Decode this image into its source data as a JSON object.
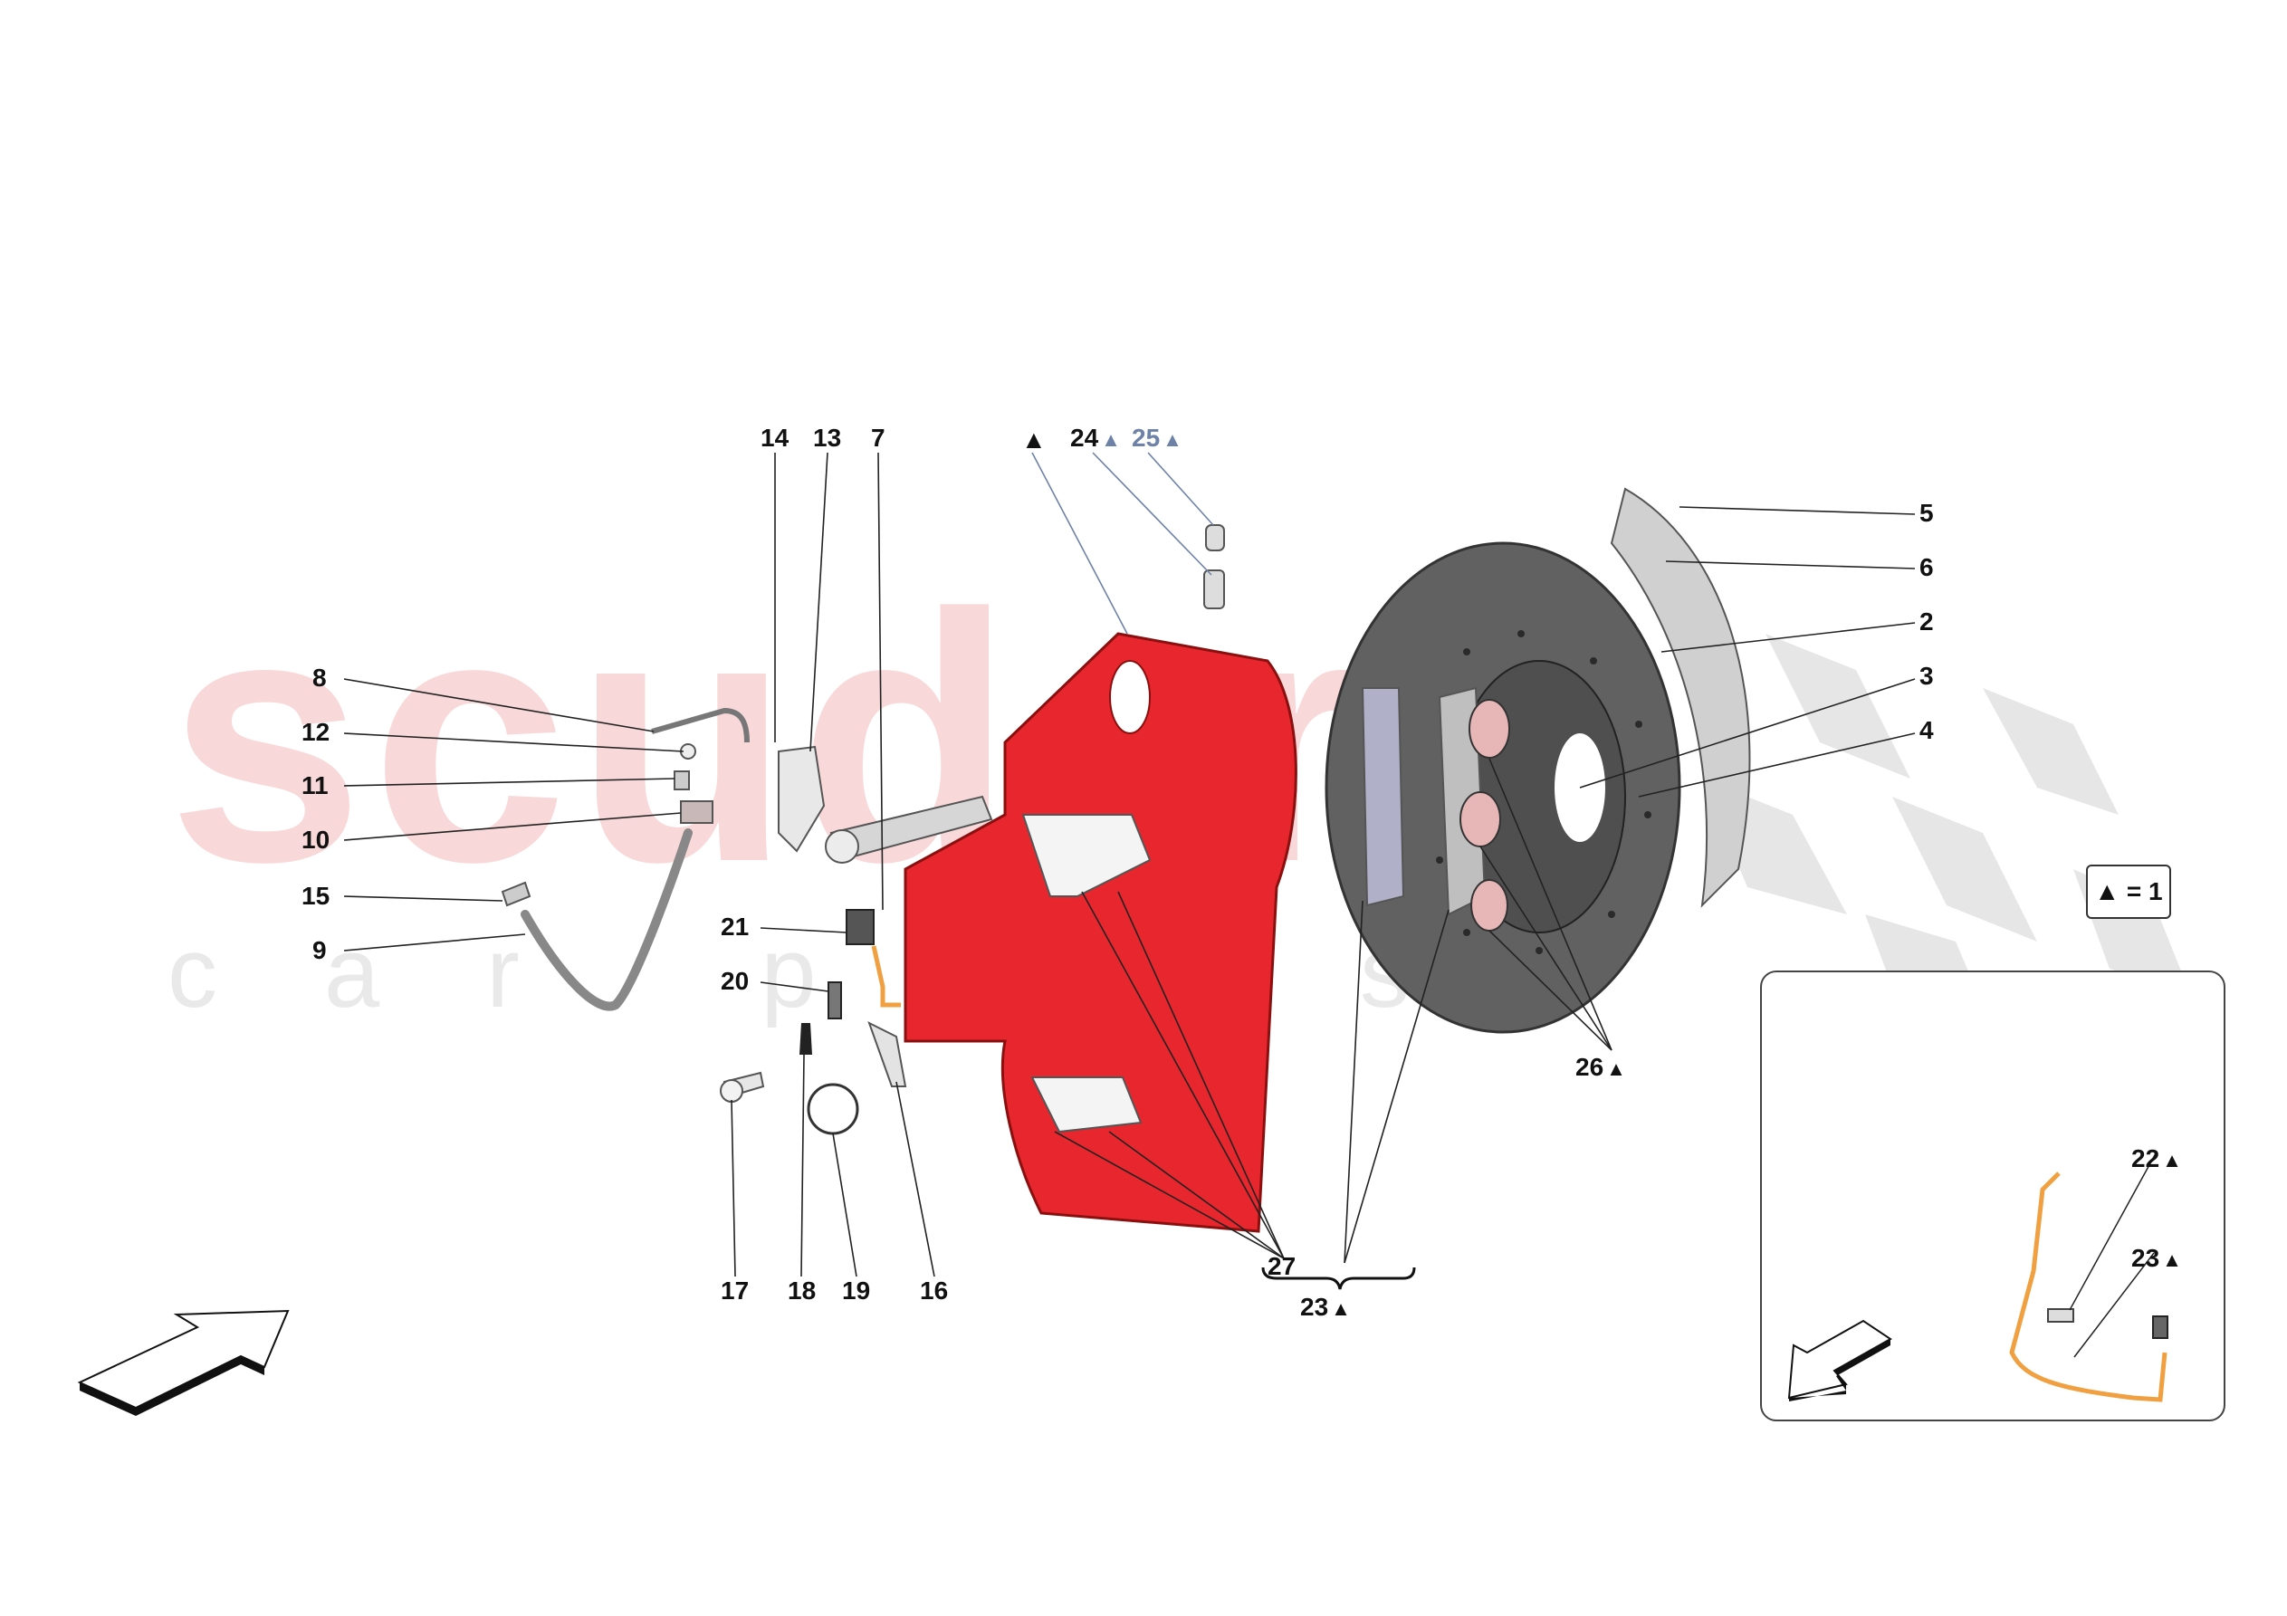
{
  "diagram": {
    "title": "Front brake caliper and disc exploded view",
    "watermark": {
      "main": "scuderia",
      "sub": "car parts"
    },
    "legend": {
      "symbol": "▲",
      "text": "▲ = 1"
    },
    "colors": {
      "caliper": "#e8262d",
      "disc": "#5a5a5a",
      "wire": "#f0a040",
      "label": "#111111",
      "label_blue": "#6e82a8",
      "watermark": "#f8d8d8",
      "checker": "#e4e4e4"
    },
    "callouts": [
      {
        "id": "14",
        "text": "14"
      },
      {
        "id": "13",
        "text": "13"
      },
      {
        "id": "7",
        "text": "7"
      },
      {
        "id": "caliper",
        "text": "▲"
      },
      {
        "id": "24",
        "text": "24",
        "marker": "▲"
      },
      {
        "id": "25",
        "text": "25",
        "marker": "▲"
      },
      {
        "id": "8",
        "text": "8"
      },
      {
        "id": "12",
        "text": "12"
      },
      {
        "id": "11",
        "text": "11"
      },
      {
        "id": "10",
        "text": "10"
      },
      {
        "id": "15",
        "text": "15"
      },
      {
        "id": "9",
        "text": "9"
      },
      {
        "id": "21",
        "text": "21"
      },
      {
        "id": "20",
        "text": "20"
      },
      {
        "id": "17",
        "text": "17"
      },
      {
        "id": "18",
        "text": "18"
      },
      {
        "id": "19",
        "text": "19"
      },
      {
        "id": "16",
        "text": "16"
      },
      {
        "id": "27",
        "text": "27"
      },
      {
        "id": "23",
        "text": "23",
        "marker": "▲"
      },
      {
        "id": "26",
        "text": "26",
        "marker": "▲"
      },
      {
        "id": "5",
        "text": "5"
      },
      {
        "id": "6",
        "text": "6"
      },
      {
        "id": "2",
        "text": "2"
      },
      {
        "id": "3",
        "text": "3"
      },
      {
        "id": "4",
        "text": "4"
      }
    ],
    "inset": {
      "callouts": [
        {
          "id": "22",
          "text": "22",
          "marker": "▲"
        },
        {
          "id": "23",
          "text": "23",
          "marker": "▲"
        }
      ]
    }
  }
}
